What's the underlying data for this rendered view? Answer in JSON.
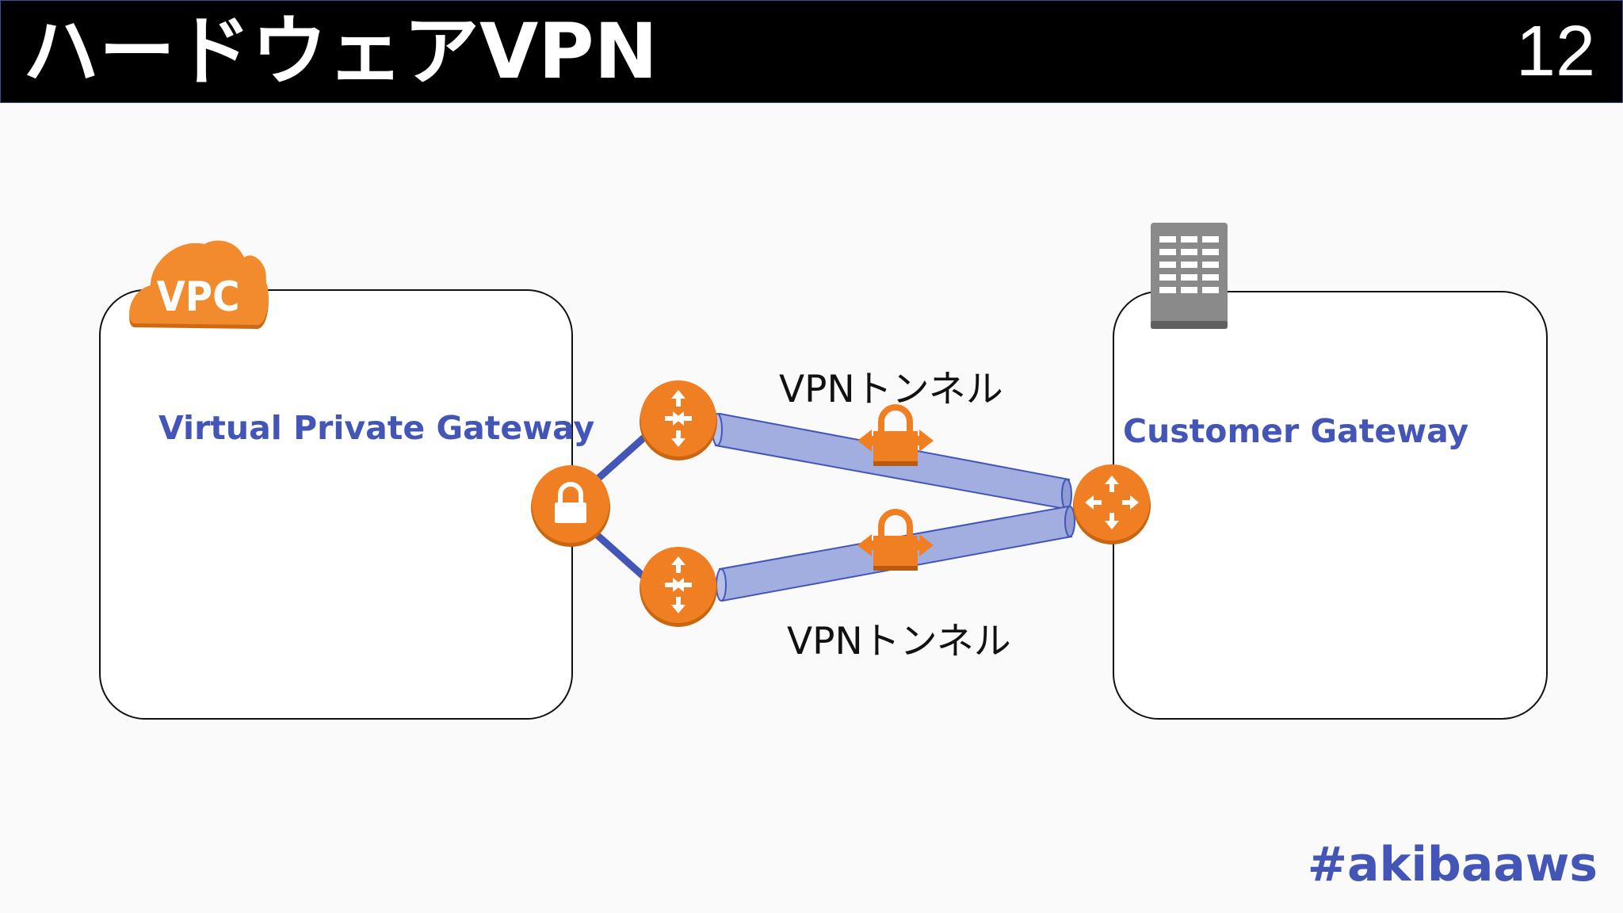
{
  "header": {
    "title": "ハードウェアVPN",
    "page_number": "12"
  },
  "vpc": {
    "badge": "VPC",
    "gateway_label": "Virtual Private Gateway"
  },
  "customer": {
    "gateway_label": "Customer Gateway"
  },
  "tunnels": [
    {
      "label": "VPNトンネル"
    },
    {
      "label": "VPNトンネル"
    }
  ],
  "footer": {
    "hashtag": "#akibaaws"
  },
  "colors": {
    "orange": "#ef7f22",
    "tube": "#a3aee0",
    "link": "#4356b8",
    "label": "#4356b8"
  }
}
